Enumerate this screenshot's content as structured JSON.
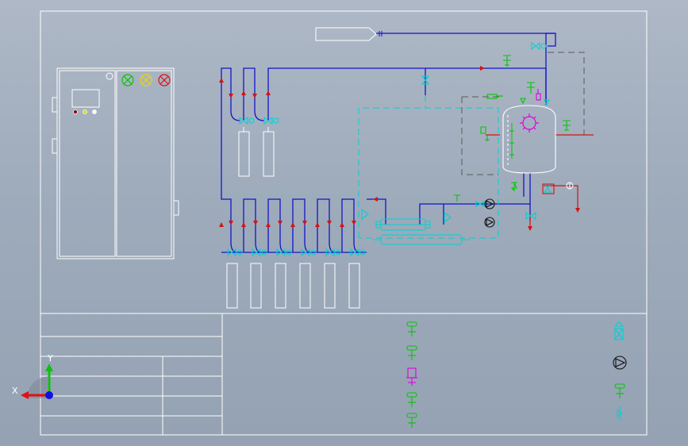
{
  "colors": {
    "background": "#a3afbf",
    "frame": "#ffffff",
    "pipe_main": "#1414c8",
    "pipe_hot": "#d21414",
    "valve_cyan": "#00d2d2",
    "valve_green": "#00c800",
    "instrument_magenta": "#e000e0",
    "dashed_gray": "#5a5a5a",
    "axis_x": "#e01010",
    "axis_y": "#10c010",
    "axis_z": "#1010e0"
  },
  "axis_triad": {
    "x_label": "X",
    "y_label": "Y"
  },
  "legend_icons": {
    "left_column": [
      "green-valve-symbol",
      "green-valve-symbol",
      "magenta-valve-symbol",
      "green-valve-symbol",
      "green-valve-symbol"
    ],
    "right_column": [
      "cyan-filter-symbol",
      "pump-symbol",
      "green-valve-symbol",
      "cyan-check-valve-symbol"
    ]
  },
  "control_cabinet": {
    "indicator_lights": [
      "green-indicator",
      "yellow-indicator",
      "red-indicator"
    ]
  }
}
